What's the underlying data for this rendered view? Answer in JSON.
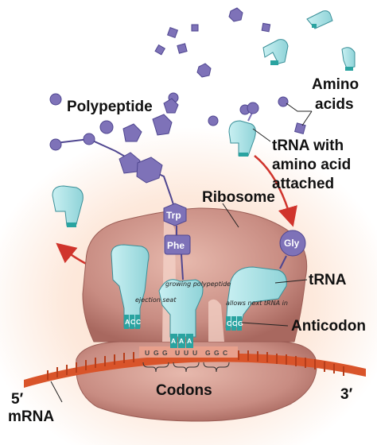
{
  "labels": {
    "polypeptide": "Polypeptide",
    "amino_acids_line1": "Amino",
    "amino_acids_line2": "acids",
    "trna_with_line1": "tRNA with",
    "trna_with_line2": "amino acid",
    "trna_with_line3": "attached",
    "ribosome": "Ribosome",
    "trna": "tRNA",
    "anticodon": "Anticodon",
    "codons": "Codons",
    "five_prime": "5′",
    "three_prime": "3′",
    "mrna": "mRNA"
  },
  "amino_acid_tags": {
    "trp": "Trp",
    "phe": "Phe",
    "gly": "Gly"
  },
  "anticodons": {
    "left": [
      "A",
      "C",
      "C"
    ],
    "middle": [
      "A",
      "A",
      "A"
    ],
    "right": [
      "C",
      "C",
      "G"
    ]
  },
  "mrna_bases": [
    "U",
    "G",
    "G",
    "U",
    "U",
    "U",
    "G",
    "G",
    "C"
  ],
  "handwritten": {
    "ejection_seat": "ejection seat",
    "growing_polypeptide": "growing polypeptide",
    "allows_next_trna": "allows next tRNA in"
  },
  "colors": {
    "ribosome": "#c58a80",
    "ribosome_light": "#e6bcb2",
    "trna": "#a9e0e4",
    "trna_stroke": "#3a8f98",
    "anticodon_teal": "#2aa3a0",
    "amino_acid": "#7e72b8",
    "amino_acid_dark": "#4f4690",
    "mrna": "#d9542a",
    "arrow": "#d0342c",
    "background_glow": "#fbe3d3"
  }
}
